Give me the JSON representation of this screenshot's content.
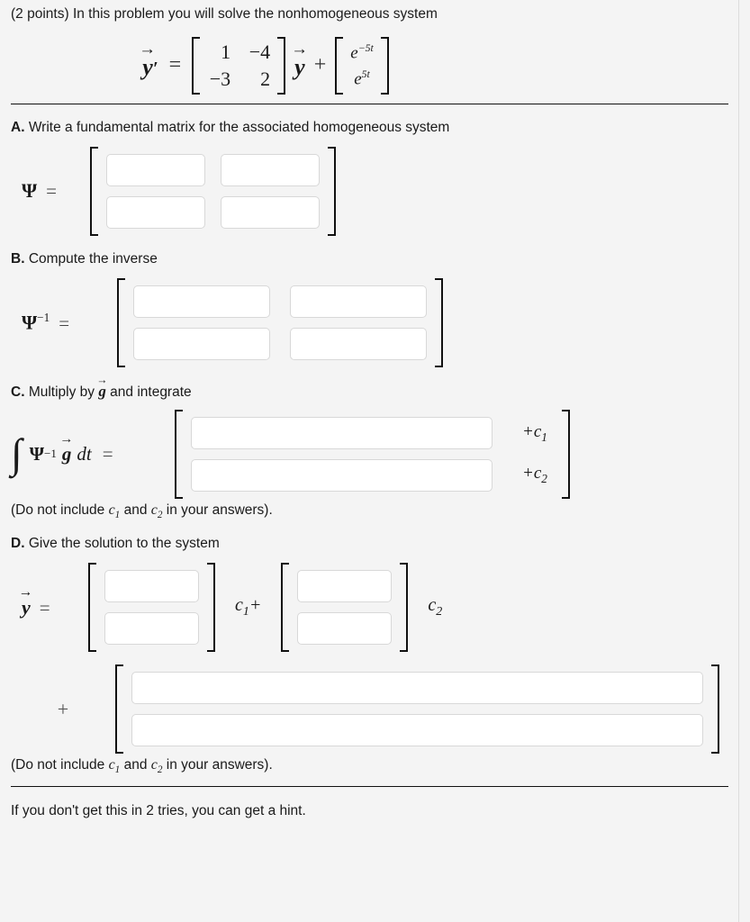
{
  "problem": {
    "points_label": "(2 points)",
    "intro": "In this problem you will solve the nonhomogeneous system",
    "equation": {
      "lhs": "y",
      "lhs_prime": "′",
      "equals": "=",
      "matrix": {
        "a11": "1",
        "a12": "−4",
        "a21": "−3",
        "a22": "2"
      },
      "times_vector": "y",
      "plus": "+",
      "forcing_vector": {
        "row1_base": "e",
        "row1_exp": "−5t",
        "row2_base": "e",
        "row2_exp": "5t"
      }
    }
  },
  "sections": {
    "a": {
      "letter": "A.",
      "title": "Write a fundamental matrix for the associated homogeneous system",
      "lhs_symbol": "Ψ",
      "equals": "=",
      "cells": [
        "",
        "",
        "",
        ""
      ],
      "placeholder": ""
    },
    "b": {
      "letter": "B.",
      "title": "Compute the inverse",
      "lhs_symbol": "Ψ",
      "lhs_exponent": "−1",
      "equals": "=",
      "cells": [
        "",
        "",
        "",
        ""
      ],
      "placeholder": ""
    },
    "c": {
      "letter": "C.",
      "title_before": "Multiply by",
      "title_vector": "g",
      "title_after": "and integrate",
      "integral_symbol": "∫",
      "integrand_psi": "Ψ",
      "integrand_psi_exp": "−1",
      "integrand_g": "g",
      "integrand_dt": "dt",
      "equals": "=",
      "cells": [
        "",
        ""
      ],
      "constants": [
        "+c₁",
        "+c₂"
      ],
      "constant_1_sym": "+c",
      "constant_1_sub": "1",
      "constant_2_sym": "+c",
      "constant_2_sub": "2",
      "note": "(Do not include c₁ and c₂ in your answers).",
      "note_prefix": "(Do not include ",
      "note_c1": "c",
      "note_c1_sub": "1",
      "note_mid": " and ",
      "note_c2": "c",
      "note_c2_sub": "2",
      "note_suffix": " in your answers)."
    },
    "d": {
      "letter": "D.",
      "title": "Give the solution to the system",
      "lhs_symbol": "y",
      "equals": "=",
      "vector1_cells": [
        "",
        ""
      ],
      "multiplier1": "c",
      "multiplier1_sub": "1",
      "multiplier1_plus": "+",
      "vector2_cells": [
        "",
        ""
      ],
      "multiplier2": "c",
      "multiplier2_sub": "2",
      "plus_sign": "+",
      "vector3_cells": [
        "",
        ""
      ],
      "note_prefix": "(Do not include ",
      "note_c1": "c",
      "note_c1_sub": "1",
      "note_mid": " and ",
      "note_c2": "c",
      "note_c2_sub": "2",
      "note_suffix": " in your answers)."
    }
  },
  "footer": {
    "hint_text": "If you don't get this in 2 tries, you can get a hint."
  },
  "colors": {
    "background": "#f4f4f4",
    "text": "#1a1a1a",
    "input_background": "#ffffff",
    "input_border": "#d8d8d8",
    "rule": "#111111"
  }
}
